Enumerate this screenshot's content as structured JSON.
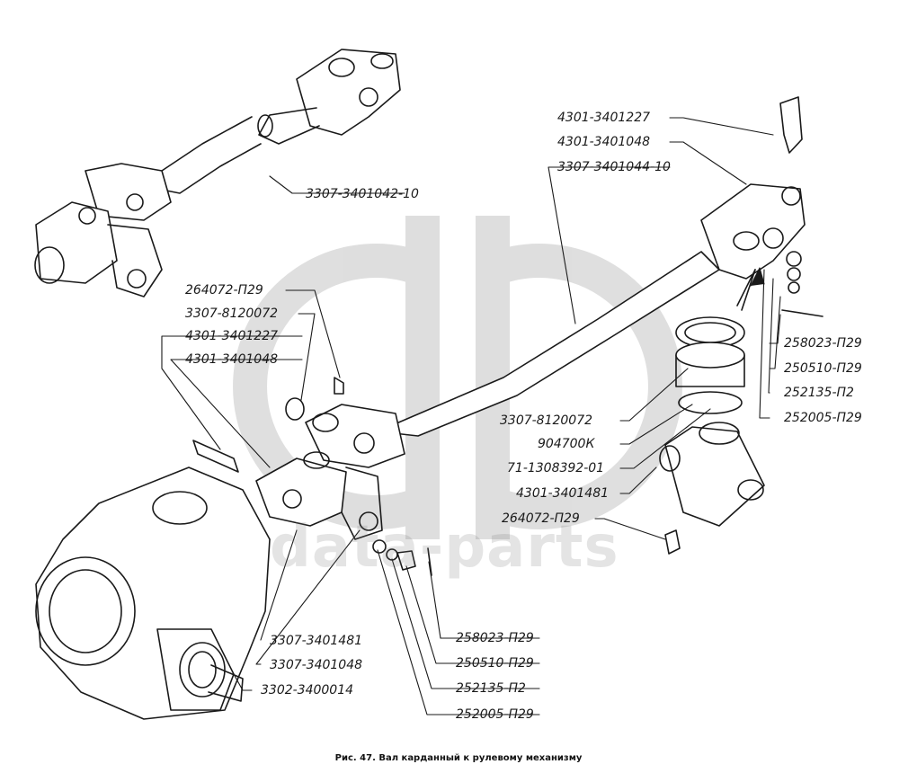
{
  "labels": {
    "l_3307_3401042_10": "3307-3401042-10",
    "l_4301_3401227_a": "4301-3401227",
    "l_4301_3401048_a": "4301-3401048",
    "l_3307_3401044_10": "3307-3401044-10",
    "l_264072_p29_a": "264072-П29",
    "l_3307_8120072_a": "3307-8120072",
    "l_4301_3401227_b": "4301-3401227",
    "l_4301_3401048_b": "4301-3401048",
    "l_258023_p29_a": "258023-П29",
    "l_250510_p29_a": "250510-П29",
    "l_252135_p2_a": "252135-П2",
    "l_252005_p29_a": "252005-П29",
    "l_3307_8120072_b": "3307-8120072",
    "l_904700k": "904700К",
    "l_71_1308392_01": "71-1308392-01",
    "l_4301_3401481": "4301-3401481",
    "l_264072_p29_b": "264072-П29",
    "l_3307_3401481": "3307-3401481",
    "l_3307_3401048": "3307-3401048",
    "l_3302_3400014": "3302-3400014",
    "l_258023_p29_b": "258023-П29",
    "l_250510_p29_b": "250510-П29",
    "l_252135_p2_b": "252135-П2",
    "l_252005_p29_b": "252005-П29"
  },
  "watermark": {
    "text": "data-parts"
  },
  "caption": "Рис. 47. Вал карданный к рулевому механизму",
  "colors": {
    "ink": "#1a1a1a",
    "watermark": "#bcbcbc",
    "background": "#ffffff"
  }
}
